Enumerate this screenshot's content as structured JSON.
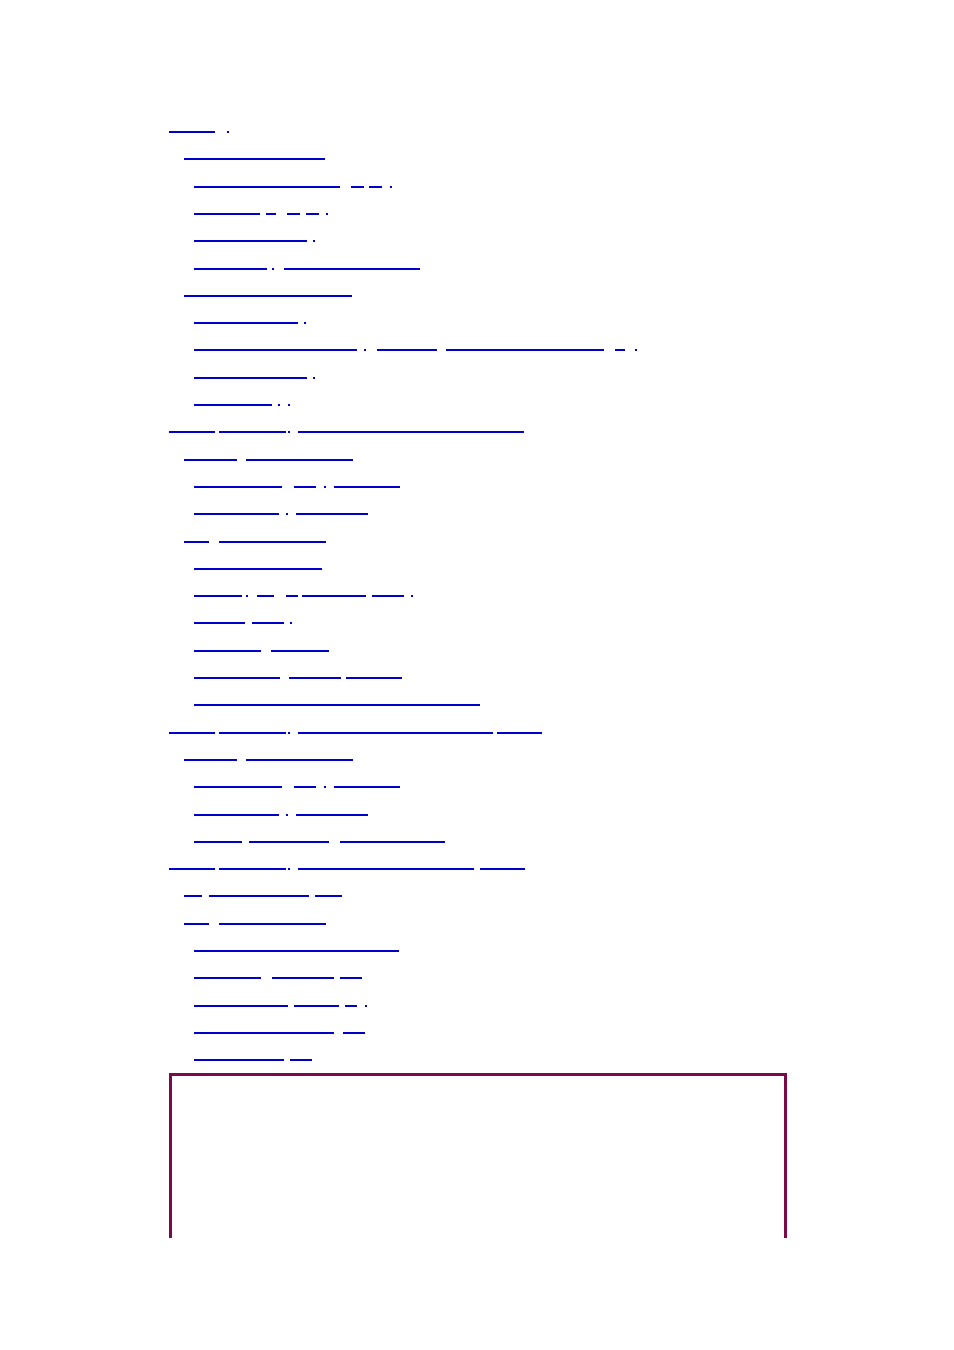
{
  "colors": {
    "link": "#0000cc",
    "box_border": "#7a0a4a",
    "background": "#ffffff"
  },
  "toc_entries": [
    {
      "level": 0,
      "segments": [
        [
          0,
          46,
          "line"
        ],
        [
          58,
          2,
          "dot"
        ]
      ]
    },
    {
      "level": 1,
      "segments": [
        [
          0,
          141,
          "line"
        ]
      ]
    },
    {
      "level": 2,
      "segments": [
        [
          0,
          146,
          "line"
        ],
        [
          157,
          13,
          "line"
        ],
        [
          175,
          13,
          "line"
        ],
        [
          196,
          2,
          "dot"
        ]
      ]
    },
    {
      "level": 2,
      "segments": [
        [
          0,
          66,
          "line"
        ],
        [
          72,
          10,
          "line"
        ],
        [
          93,
          13,
          "line"
        ],
        [
          112,
          13,
          "line"
        ],
        [
          132,
          2,
          "dot"
        ]
      ]
    },
    {
      "level": 2,
      "segments": [
        [
          0,
          113,
          "line"
        ],
        [
          119,
          2,
          "dot"
        ]
      ]
    },
    {
      "level": 2,
      "segments": [
        [
          0,
          73,
          "line"
        ],
        [
          78,
          2,
          "dot"
        ],
        [
          90,
          136,
          "line"
        ]
      ]
    },
    {
      "level": 1,
      "segments": [
        [
          0,
          168,
          "line"
        ]
      ]
    },
    {
      "level": 2,
      "segments": [
        [
          0,
          104,
          "line"
        ],
        [
          110,
          2,
          "dot"
        ]
      ]
    },
    {
      "level": 2,
      "segments": [
        [
          0,
          163,
          "line"
        ],
        [
          170,
          2,
          "dot"
        ],
        [
          183,
          60,
          "line"
        ],
        [
          252,
          158,
          "line"
        ],
        [
          421,
          10,
          "line"
        ],
        [
          441,
          2,
          "dot"
        ]
      ]
    },
    {
      "level": 2,
      "segments": [
        [
          0,
          113,
          "line"
        ],
        [
          119,
          2,
          "dot"
        ]
      ]
    },
    {
      "level": 2,
      "segments": [
        [
          0,
          78,
          "line"
        ],
        [
          84,
          2,
          "dot"
        ],
        [
          94,
          2,
          "dot"
        ]
      ]
    },
    {
      "level": 0,
      "segments": [
        [
          0,
          46,
          "line"
        ],
        [
          50,
          67,
          "line"
        ],
        [
          119,
          2,
          "dot"
        ],
        [
          129,
          226,
          "line"
        ]
      ]
    },
    {
      "level": 1,
      "segments": [
        [
          0,
          53,
          "line"
        ],
        [
          62,
          107,
          "line"
        ]
      ]
    },
    {
      "level": 2,
      "segments": [
        [
          0,
          88,
          "line"
        ],
        [
          100,
          22,
          "line"
        ],
        [
          130,
          2,
          "dot"
        ],
        [
          140,
          66,
          "line"
        ]
      ]
    },
    {
      "level": 2,
      "segments": [
        [
          0,
          85,
          "line"
        ],
        [
          92,
          2,
          "dot"
        ],
        [
          102,
          72,
          "line"
        ]
      ]
    },
    {
      "level": 1,
      "segments": [
        [
          0,
          25,
          "line"
        ],
        [
          35,
          107,
          "line"
        ]
      ]
    },
    {
      "level": 2,
      "segments": [
        [
          0,
          128,
          "line"
        ]
      ]
    },
    {
      "level": 2,
      "segments": [
        [
          0,
          48,
          "line"
        ],
        [
          52,
          2,
          "dot"
        ],
        [
          63,
          17,
          "line"
        ],
        [
          92,
          12,
          "line"
        ],
        [
          108,
          64,
          "line"
        ],
        [
          178,
          32,
          "line"
        ],
        [
          217,
          2,
          "dot"
        ]
      ]
    },
    {
      "level": 2,
      "segments": [
        [
          0,
          51,
          "line"
        ],
        [
          58,
          32,
          "line"
        ],
        [
          96,
          2,
          "dot"
        ]
      ]
    },
    {
      "level": 2,
      "segments": [
        [
          0,
          67,
          "line"
        ],
        [
          77,
          58,
          "line"
        ]
      ]
    },
    {
      "level": 2,
      "segments": [
        [
          0,
          86,
          "line"
        ],
        [
          95,
          52,
          "line"
        ],
        [
          152,
          56,
          "line"
        ]
      ]
    },
    {
      "level": 2,
      "segments": [
        [
          0,
          286,
          "line"
        ]
      ]
    },
    {
      "level": 0,
      "segments": [
        [
          0,
          46,
          "line"
        ],
        [
          50,
          67,
          "line"
        ],
        [
          119,
          2,
          "dot"
        ],
        [
          129,
          195,
          "line"
        ],
        [
          328,
          45,
          "line"
        ]
      ]
    },
    {
      "level": 1,
      "segments": [
        [
          0,
          53,
          "line"
        ],
        [
          62,
          107,
          "line"
        ]
      ]
    },
    {
      "level": 2,
      "segments": [
        [
          0,
          88,
          "line"
        ],
        [
          100,
          22,
          "line"
        ],
        [
          130,
          2,
          "dot"
        ],
        [
          140,
          66,
          "line"
        ]
      ]
    },
    {
      "level": 2,
      "segments": [
        [
          0,
          85,
          "line"
        ],
        [
          92,
          2,
          "dot"
        ],
        [
          102,
          72,
          "line"
        ]
      ]
    },
    {
      "level": 2,
      "segments": [
        [
          0,
          48,
          "line"
        ],
        [
          55,
          80,
          "line"
        ],
        [
          146,
          105,
          "line"
        ]
      ]
    },
    {
      "level": 0,
      "segments": [
        [
          0,
          46,
          "line"
        ],
        [
          50,
          67,
          "line"
        ],
        [
          119,
          2,
          "dot"
        ],
        [
          129,
          176,
          "line"
        ],
        [
          311,
          45,
          "line"
        ]
      ]
    },
    {
      "level": 1,
      "segments": [
        [
          0,
          18,
          "line"
        ],
        [
          25,
          100,
          "line"
        ],
        [
          131,
          27,
          "line"
        ]
      ]
    },
    {
      "level": 1,
      "segments": [
        [
          0,
          25,
          "line"
        ],
        [
          35,
          107,
          "line"
        ]
      ]
    },
    {
      "level": 2,
      "segments": [
        [
          0,
          205,
          "line"
        ]
      ]
    },
    {
      "level": 2,
      "segments": [
        [
          0,
          67,
          "line"
        ],
        [
          78,
          62,
          "line"
        ],
        [
          146,
          22,
          "line"
        ]
      ]
    },
    {
      "level": 2,
      "segments": [
        [
          0,
          94,
          "line"
        ],
        [
          100,
          45,
          "line"
        ],
        [
          151,
          12,
          "line"
        ],
        [
          171,
          2,
          "dot"
        ]
      ]
    },
    {
      "level": 2,
      "segments": [
        [
          0,
          140,
          "line"
        ],
        [
          149,
          22,
          "line"
        ]
      ]
    },
    {
      "level": 2,
      "segments": [
        [
          0,
          90,
          "line"
        ],
        [
          96,
          22,
          "line"
        ]
      ]
    }
  ]
}
